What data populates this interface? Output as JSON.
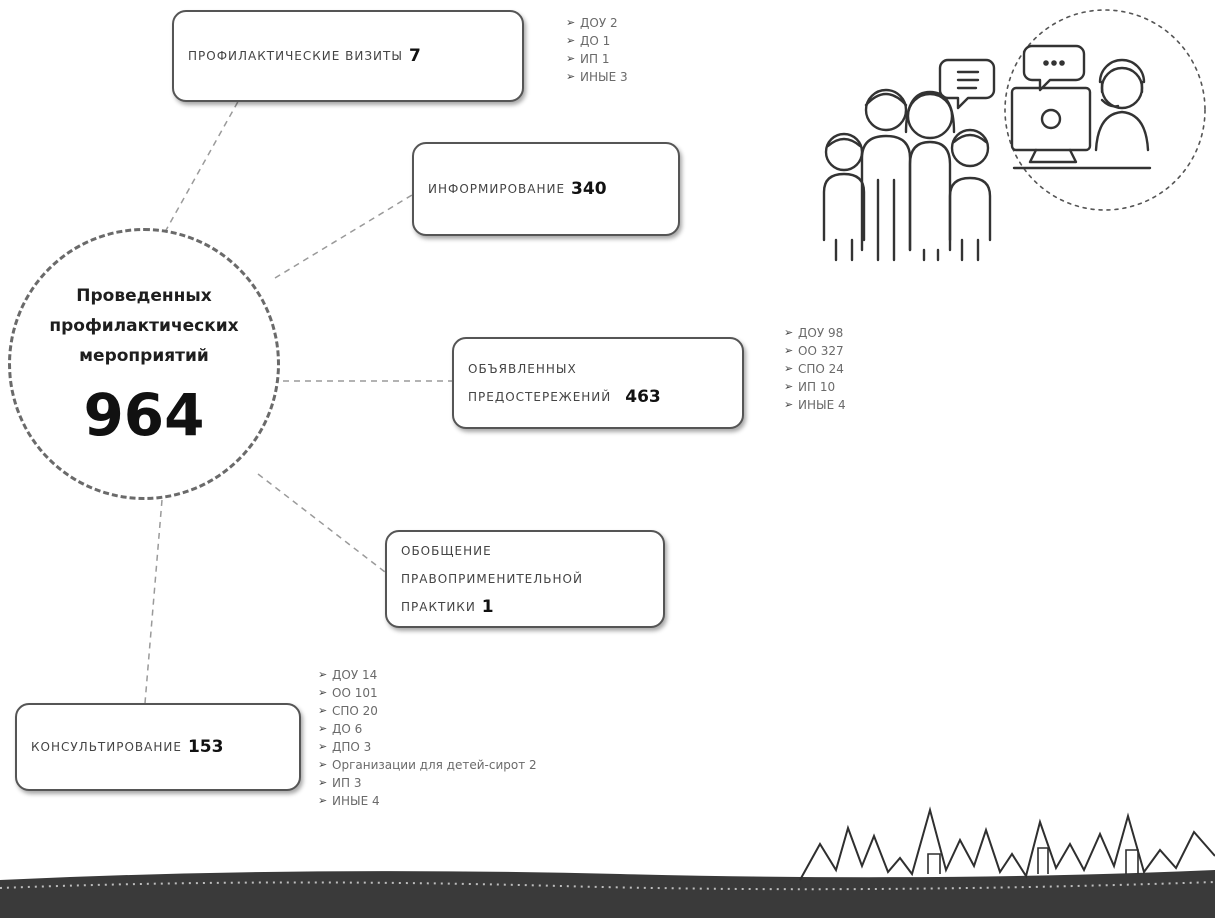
{
  "hub": {
    "title_line1": "Проведенных",
    "title_line2": "профилактических",
    "title_line3": "мероприятий",
    "total": "964"
  },
  "nodes": {
    "visits": {
      "label": "ПРОФИЛАКТИЧЕСКИЕ ВИЗИТЫ",
      "value": "7",
      "breakdown": [
        "ДОУ 2",
        "ДО 1",
        "ИП 1",
        "ИНЫЕ 3"
      ]
    },
    "informing": {
      "label": "ИНФОРМИРОВАНИЕ",
      "value": "340"
    },
    "warnings": {
      "label_line1": "ОБЪЯВЛЕННЫХ",
      "label_line2": "ПРЕДОСТЕРЕЖЕНИЙ",
      "value": "463",
      "breakdown": [
        "ДОУ 98",
        "ОО 327",
        "СПО 24",
        "ИП 10",
        "ИНЫЕ 4"
      ]
    },
    "generalization": {
      "label_line1": "ОБОБЩЕНИЕ",
      "label_line2": "ПРАВОПРИМЕНИТЕЛЬНОЙ",
      "label_line3": "ПРАКТИКИ",
      "value": "1"
    },
    "consulting": {
      "label": "КОНСУЛЬТИРОВАНИЕ",
      "value": "153",
      "breakdown": [
        "ДОУ 14",
        "ОО 101",
        "СПО 20",
        "ДО 6",
        "ДПО 3",
        "Организации для детей-сирот 2",
        "ИП 3",
        "ИНЫЕ 4"
      ]
    }
  },
  "icons": {
    "bullet": "arrowhead-bullet-icon",
    "illustration": "family-with-online-consultant-illustration",
    "footer": "city-skyline-decoration"
  },
  "colors": {
    "box_border": "#555555",
    "connector": "#9a9a9a",
    "list_text": "#6a6a6a"
  }
}
